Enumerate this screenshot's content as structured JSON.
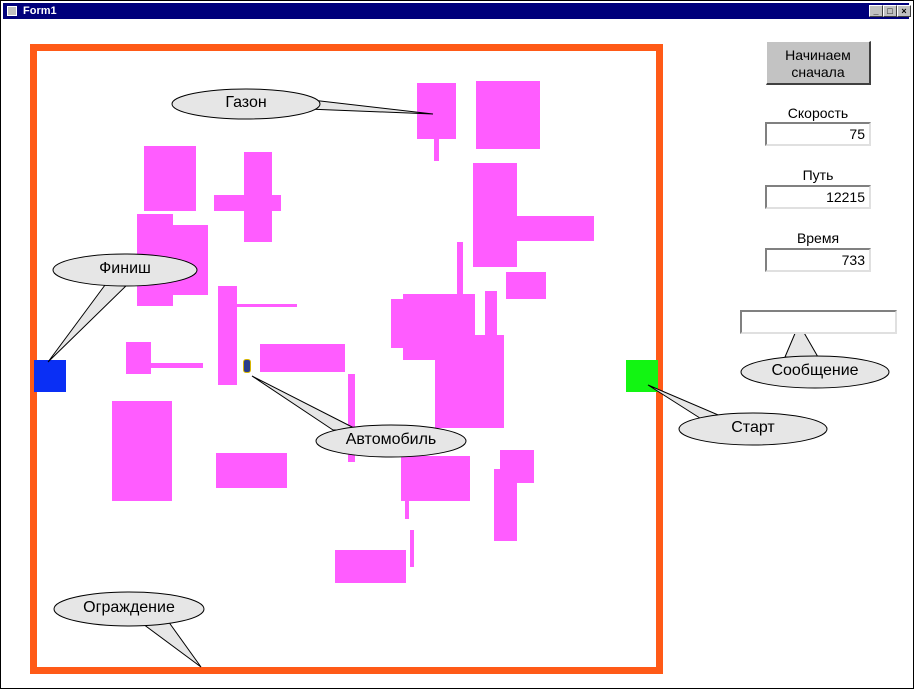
{
  "window": {
    "title": "Form1"
  },
  "controls": {
    "restart_label": "Начинаем сначала",
    "speed_label": "Скорость",
    "speed_value": "75",
    "path_label": "Путь",
    "path_value": "12215",
    "time_label": "Время",
    "time_value": "733",
    "message_value": ""
  },
  "callouts": {
    "lawn": "Газон",
    "finish": "Финиш",
    "car": "Автомобиль",
    "start": "Старт",
    "fence": "Ограждение",
    "message": "Сообщение"
  },
  "colors": {
    "fence": "#ff5a17",
    "lawn": "#ff5cff",
    "finish": "#0a2ff5",
    "start": "#12f512",
    "titlebar": "#00007b"
  }
}
